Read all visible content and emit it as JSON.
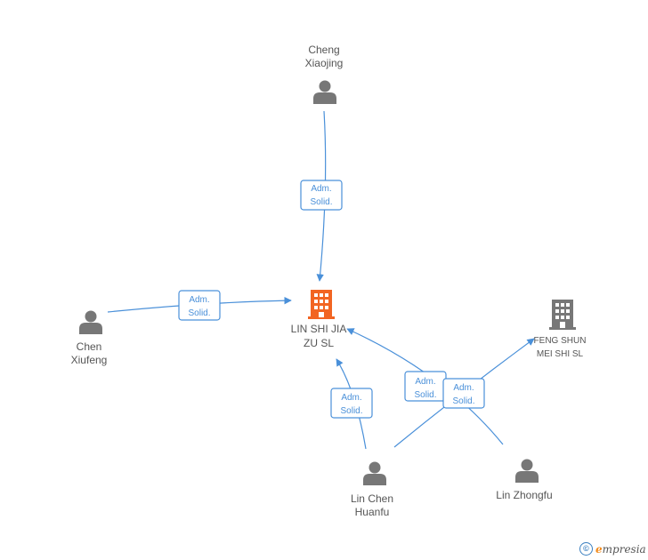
{
  "colors": {
    "edge": "#4a90d9",
    "person": "#777777",
    "company_main": "#f26522",
    "company": "#777777",
    "text": "#555555"
  },
  "nodes": {
    "cheng": {
      "line1": "Cheng",
      "line2": "Xiaojing",
      "icon": "person-icon"
    },
    "chen": {
      "line1": "Chen",
      "line2": "Xiufeng",
      "icon": "person-icon"
    },
    "main": {
      "line1": "LIN SHI JIA",
      "line2": "ZU SL",
      "icon": "building-icon"
    },
    "feng": {
      "line1": "FENG SHUN",
      "line2": "MEI SHI SL",
      "icon": "building-icon"
    },
    "huanfu": {
      "line1": "Lin Chen",
      "line2": "Huanfu",
      "icon": "person-icon"
    },
    "zhongfu": {
      "line1": "Lin Zhongfu",
      "icon": "person-icon"
    }
  },
  "edges": {
    "cheng_main": {
      "label1": "Adm.",
      "label2": "Solid."
    },
    "chen_main": {
      "label1": "Adm.",
      "label2": "Solid."
    },
    "huanfu_main": {
      "label1": "Adm.",
      "label2": "Solid."
    },
    "zhongfu_main": {
      "label1": "Adm.",
      "label2": "Solid."
    },
    "huanfu_feng": {
      "label1": "Adm.",
      "label2": "Solid."
    }
  },
  "footer": {
    "copyright_symbol": "©",
    "brand_initial": "e",
    "brand_rest": "mpresia"
  }
}
